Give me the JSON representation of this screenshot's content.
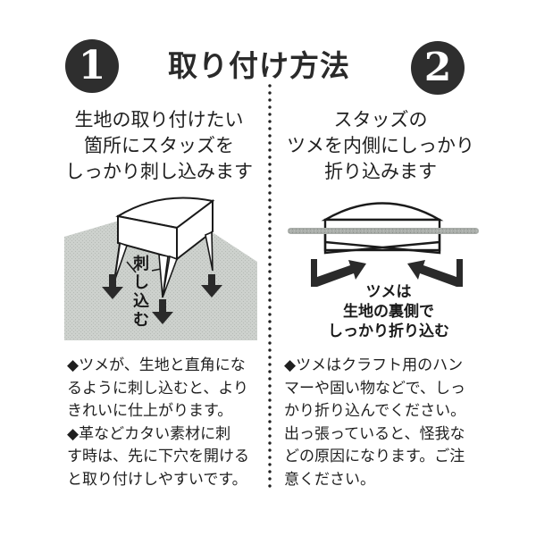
{
  "header": {
    "title": "取り付け方法",
    "step1_badge": "1",
    "step2_badge": "2"
  },
  "step1": {
    "heading_lines": [
      "生地の取り付けたい",
      "箇所にスタッズを",
      "しっかり刺し込みます"
    ],
    "diagram": {
      "label_vertical": [
        "刺",
        "し",
        "込",
        "む"
      ],
      "fabric_color": "#c8ccc8",
      "arrow_color": "#2a2a2a"
    },
    "notes": [
      "◆ツメが、生地と直角にな",
      "るように刺し込むと、より",
      "きれいに仕上がります。",
      "◆革などカタい素材に刺",
      "す時は、先に下穴を開ける",
      "と取り付けしやすいです。"
    ]
  },
  "step2": {
    "heading_lines": [
      "スタッズの",
      "ツメを内側にしっかり",
      "折り込みます"
    ],
    "diagram": {
      "caption_lines": [
        "ツメは",
        "生地の裏側で",
        "しっかり折り込む"
      ],
      "fabric_color": "#a9ada9",
      "arrow_color": "#2a2a2a"
    },
    "notes": [
      "◆ツメはクラフト用のハン",
      "マーや固い物などで、しっ",
      "かり折り込んでください。",
      "出っ張っていると、怪我な",
      "どの原因になります。ご注",
      "意ください。"
    ]
  },
  "colors": {
    "badge_bg": "#2e2e2e",
    "text": "#1f1f1f",
    "background": "#ffffff"
  }
}
